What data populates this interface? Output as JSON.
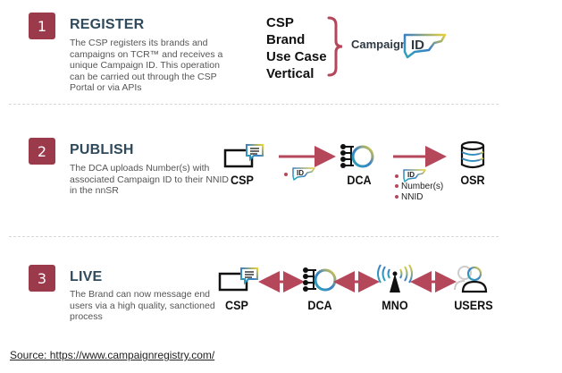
{
  "steps": [
    {
      "number": "1",
      "title": "REGISTER",
      "description": "The CSP registers its brands and campaigns on TCR™ and receives a unique Campaign ID. This operation can be carried out through the CSP Portal or via APIs"
    },
    {
      "number": "2",
      "title": "PUBLISH",
      "description": "The DCA uploads Number(s) with associated Campaign ID to their NNID in the nnSR"
    },
    {
      "number": "3",
      "title": "LIVE",
      "description": "The Brand can now message end users via a high quality, sanctioned process"
    }
  ],
  "register": {
    "fields": [
      "CSP",
      "Brand",
      "Use Case",
      "Vertical"
    ],
    "result_label": "Campaign",
    "result_id": "ID"
  },
  "publish": {
    "nodes": [
      "CSP",
      "DCA",
      "OSR"
    ],
    "arrow1_items": [
      "ID"
    ],
    "arrow2_items": [
      "ID",
      "Number(s)",
      "NNID"
    ]
  },
  "live": {
    "nodes": [
      "CSP",
      "DCA",
      "MNO",
      "USERS"
    ]
  },
  "colors": {
    "badge": "#9b3a4b",
    "title": "#2e4a5c",
    "arrow": "#b5475b",
    "gradient_start": "#2aa6b8",
    "gradient_mid": "#3b7fc4",
    "gradient_end": "#e8d13a"
  },
  "source": "Source: https://www.campaignregistry.com/"
}
